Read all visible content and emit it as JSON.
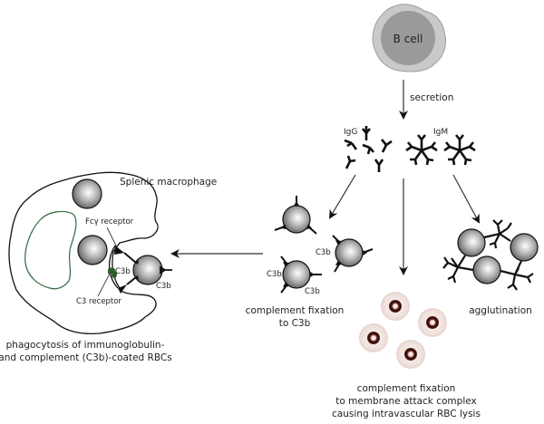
{
  "diagram": {
    "b_cell": {
      "label": "B cell"
    },
    "secretion": {
      "label": "secretion"
    },
    "antibodies": {
      "igg_label": "IgG",
      "igm_label": "IgM"
    },
    "macrophage": {
      "label": "Splenic macrophage",
      "fc_receptor_label": "Fcγ receptor",
      "c3_receptor_label": "C3 receptor",
      "c3b_inner_label": "C3b",
      "c3b_outer_label": "C3b",
      "caption_line1": "phagocytosis of immunoglobulin-",
      "caption_line2": "and complement (C3b)-coated RBCs"
    },
    "complement_c3b": {
      "c3b_labels": [
        "C3b",
        "C3b",
        "C3b"
      ],
      "caption_line1": "complement fixation",
      "caption_line2": "to C3b"
    },
    "mac_lysis": {
      "caption_line1": "complement fixation",
      "caption_line2": "to membrane attack complex",
      "caption_line3": "causing intravascular RBC lysis"
    },
    "agglutination": {
      "caption": "agglutination"
    },
    "colors": {
      "b_cell_outer": "#c8c8c8",
      "b_cell_inner": "#9a9a9a",
      "nucleus_outline": "#2f6b3f",
      "c3_receptor": "#2f5a2a",
      "lysed_rbc_halo": "#f1e4e0",
      "lysed_rbc_ring": "#4a1010"
    }
  }
}
